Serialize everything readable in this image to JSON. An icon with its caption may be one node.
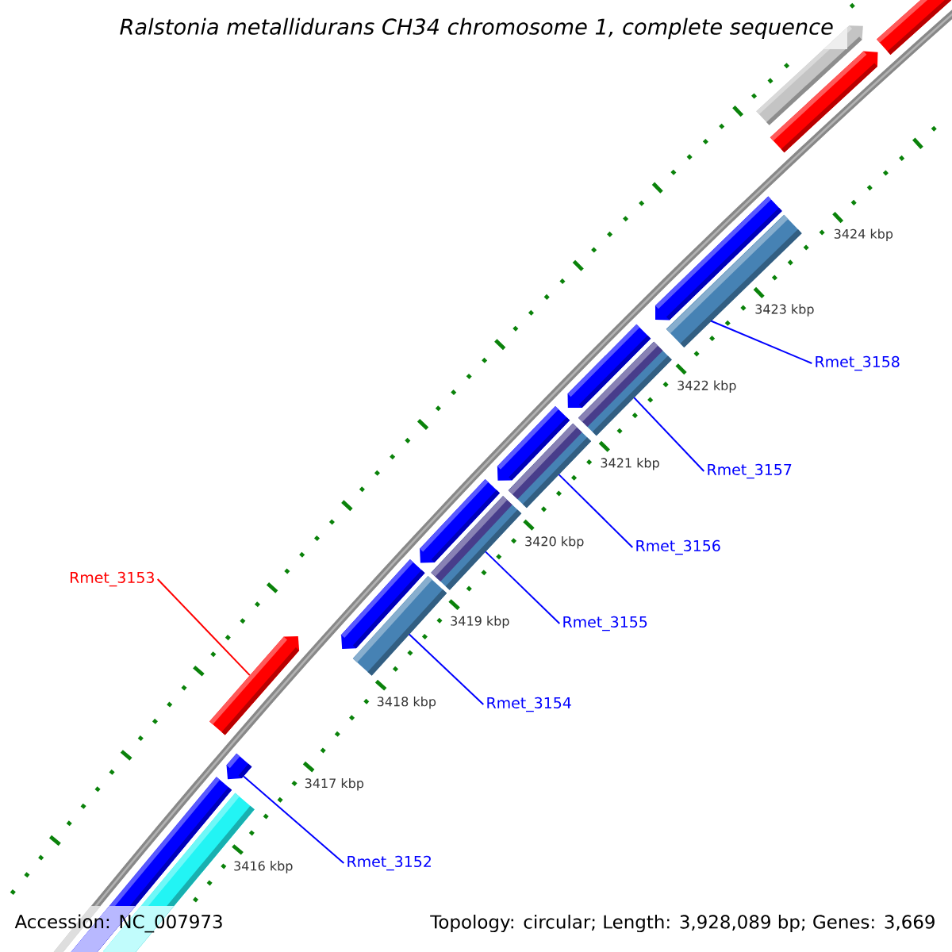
{
  "diagram": {
    "title": "Ralstonia metallidurans CH34 chromosome 1, complete sequence",
    "nodes": [
      {
        "text": [
          "Rmet_3158"
        ]
      },
      {
        "text": [
          "Rmet_3157"
        ]
      },
      {
        "text": [
          "Rmet_3156"
        ]
      },
      {
        "text": [
          "Rmet_3153"
        ]
      },
      {
        "text": [
          "Rmet_3155"
        ]
      },
      {
        "text": [
          "Rmet_3154"
        ]
      },
      {
        "text": [
          "Rmet_3152"
        ]
      },
      {
        "text": [],
        "shape": "bar"
      },
      {
        "text": [],
        "shape": "bar"
      },
      {
        "text": [],
        "shape": "bar"
      },
      {
        "text": [],
        "shape": "bar"
      },
      {
        "text": [],
        "shape": "bar"
      },
      {
        "text": [],
        "shape": "pentagon"
      },
      {
        "text": [],
        "shape": "pentagon"
      }
    ],
    "edges": [
      {
        "from": 0,
        "to": 7,
        "arrow": "none"
      },
      {
        "from": 1,
        "to": 8,
        "arrow": "none"
      },
      {
        "from": 2,
        "to": 9,
        "arrow": "none"
      },
      {
        "from": 3,
        "to": 12,
        "arrow": "none",
        "color": "#ff0000"
      },
      {
        "from": 4,
        "to": 10,
        "arrow": "none"
      },
      {
        "from": 5,
        "to": 11,
        "arrow": "none"
      },
      {
        "from": 6,
        "to": 13,
        "arrow": "none"
      }
    ],
    "labels": [
      "3424 kbp",
      "3423 kbp",
      "3422 kbp",
      "3421 kbp",
      "3420 kbp",
      "3419 kbp",
      "3418 kbp",
      "3417 kbp",
      "3416 kbp",
      "Accession: NC_007973",
      "Topology: circular; Length: 3,928,089 bp; Genes: 3,669"
    ]
  }
}
